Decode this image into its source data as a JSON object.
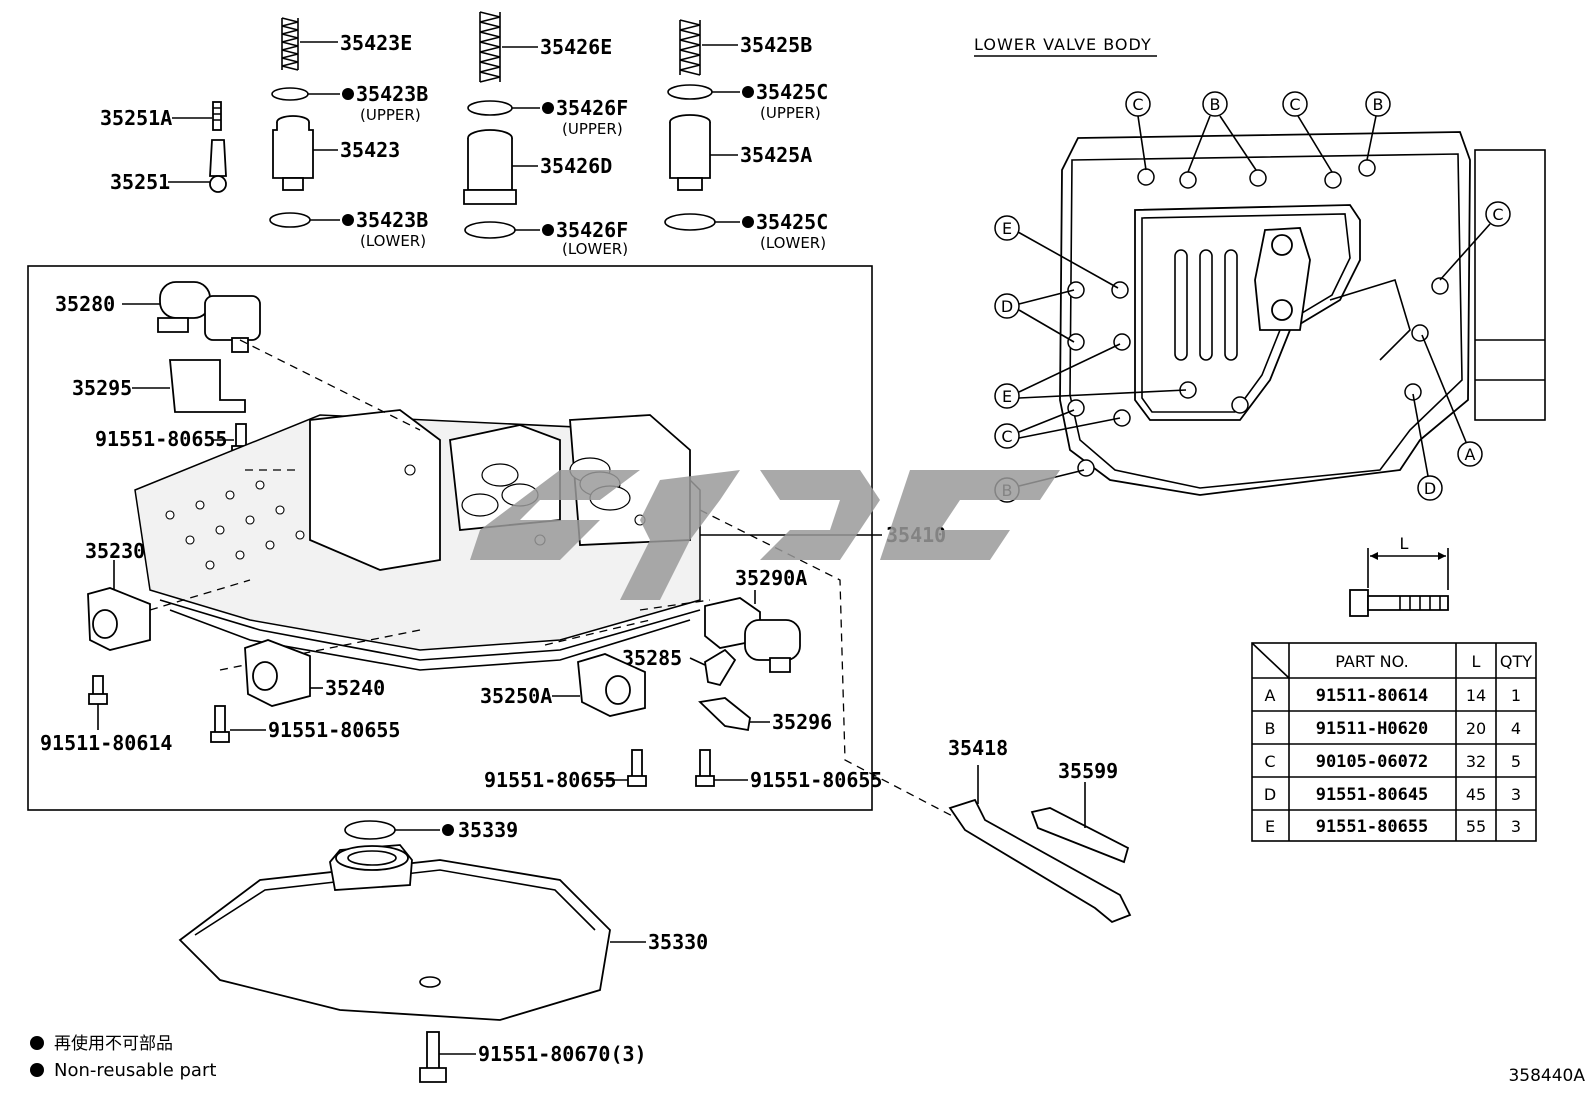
{
  "section_title": "LOWER VALVE BODY",
  "diagram_code": "358440A",
  "legend": {
    "jp": "再使用不可部品",
    "en": "Non-reusable part"
  },
  "parts": {
    "p35423E": "35423E",
    "p35426E": "35426E",
    "p35425B": "35425B",
    "p35423B_upper": "35423B",
    "p35426F_upper": "35426F",
    "p35425C_upper": "35425C",
    "upper_note": "(UPPER)",
    "lower_note": "(LOWER)",
    "p35251A": "35251A",
    "p35251": "35251",
    "p35423": "35423",
    "p35426D": "35426D",
    "p35425A": "35425A",
    "p35423B_lower": "35423B",
    "p35426F_lower": "35426F",
    "p35425C_lower": "35425C",
    "p35280": "35280",
    "p35295": "35295",
    "p91551_80655_a": "91551-80655",
    "p35230": "35230",
    "p35410": "35410",
    "p35290A": "35290A",
    "p35285": "35285",
    "p35240": "35240",
    "p35250A": "35250A",
    "p35296": "35296",
    "p91511_80614": "91511-80614",
    "p91551_80655_b": "91551-80655",
    "p91551_80655_c": "91551-80655",
    "p91551_80655_d": "91551-80655",
    "p35339": "35339",
    "p35330": "35330",
    "p91551_80670": "91551-80670(3)",
    "p35418": "35418",
    "p35599": "35599"
  },
  "callouts": {
    "C1": "C",
    "B1": "B",
    "C2": "C",
    "B2": "B",
    "C3": "C",
    "E1": "E",
    "D1": "D",
    "E2": "E",
    "C4": "C",
    "B3": "B",
    "A1": "A",
    "D2": "D"
  },
  "bolt_dim_label": "L",
  "bolt_table": {
    "headers": [
      "",
      "PART NO.",
      "L",
      "QTY"
    ],
    "rows": [
      [
        "A",
        "91511-80614",
        "14",
        "1"
      ],
      [
        "B",
        "91511-H0620",
        "20",
        "4"
      ],
      [
        "C",
        "90105-06072",
        "32",
        "5"
      ],
      [
        "D",
        "91551-80645",
        "45",
        "3"
      ],
      [
        "E",
        "91551-80655",
        "55",
        "3"
      ]
    ]
  }
}
